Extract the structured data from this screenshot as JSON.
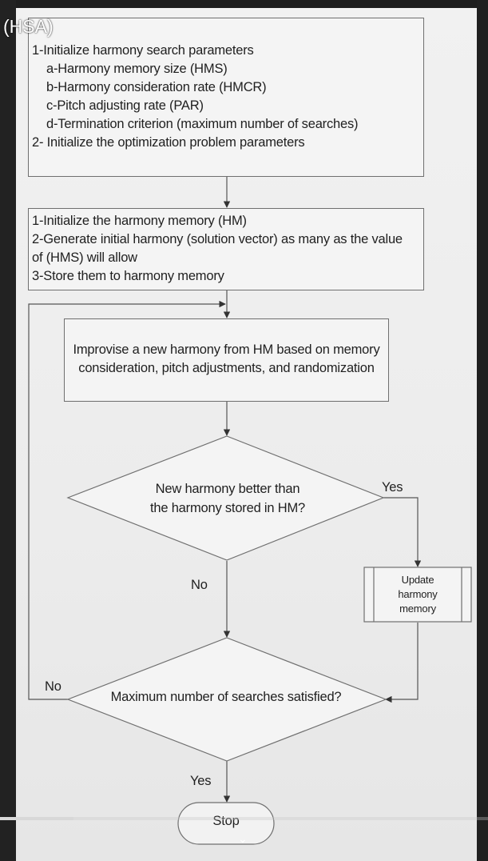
{
  "header": {
    "title": "(HSA)"
  },
  "flowchart": {
    "step1": {
      "lines": [
        "1-Initialize harmony search parameters",
        "a-Harmony memory size (HMS)",
        "b-Harmony consideration rate (HMCR)",
        "c-Pitch adjusting rate (PAR)",
        "d-Termination criterion (maximum number of searches)",
        "2- Initialize the optimization problem parameters"
      ]
    },
    "step2": {
      "lines": [
        "1-Initialize the harmony memory (HM)",
        "2-Generate initial harmony (solution vector) as many as the value",
        "of (HMS) will allow",
        "3-Store them to harmony memory"
      ]
    },
    "improvise": {
      "lines": [
        "Improvise a new harmony from HM based on memory",
        "consideration, pitch adjustments, and randomization"
      ]
    },
    "decision1": {
      "lines": [
        "New harmony better than",
        "the harmony stored in HM?"
      ],
      "yes_label": "Yes",
      "no_label": "No"
    },
    "update": {
      "lines": [
        "Update",
        "harmony",
        "memory"
      ]
    },
    "decision2": {
      "text": "Maximum number of searches satisfied?",
      "no_label": "No",
      "yes_label": "Yes"
    },
    "terminal": {
      "text": "Stop"
    }
  },
  "player": {
    "progress": 0.15,
    "chevron": "⌄",
    "chevron_icon": "chevron-down-icon"
  }
}
